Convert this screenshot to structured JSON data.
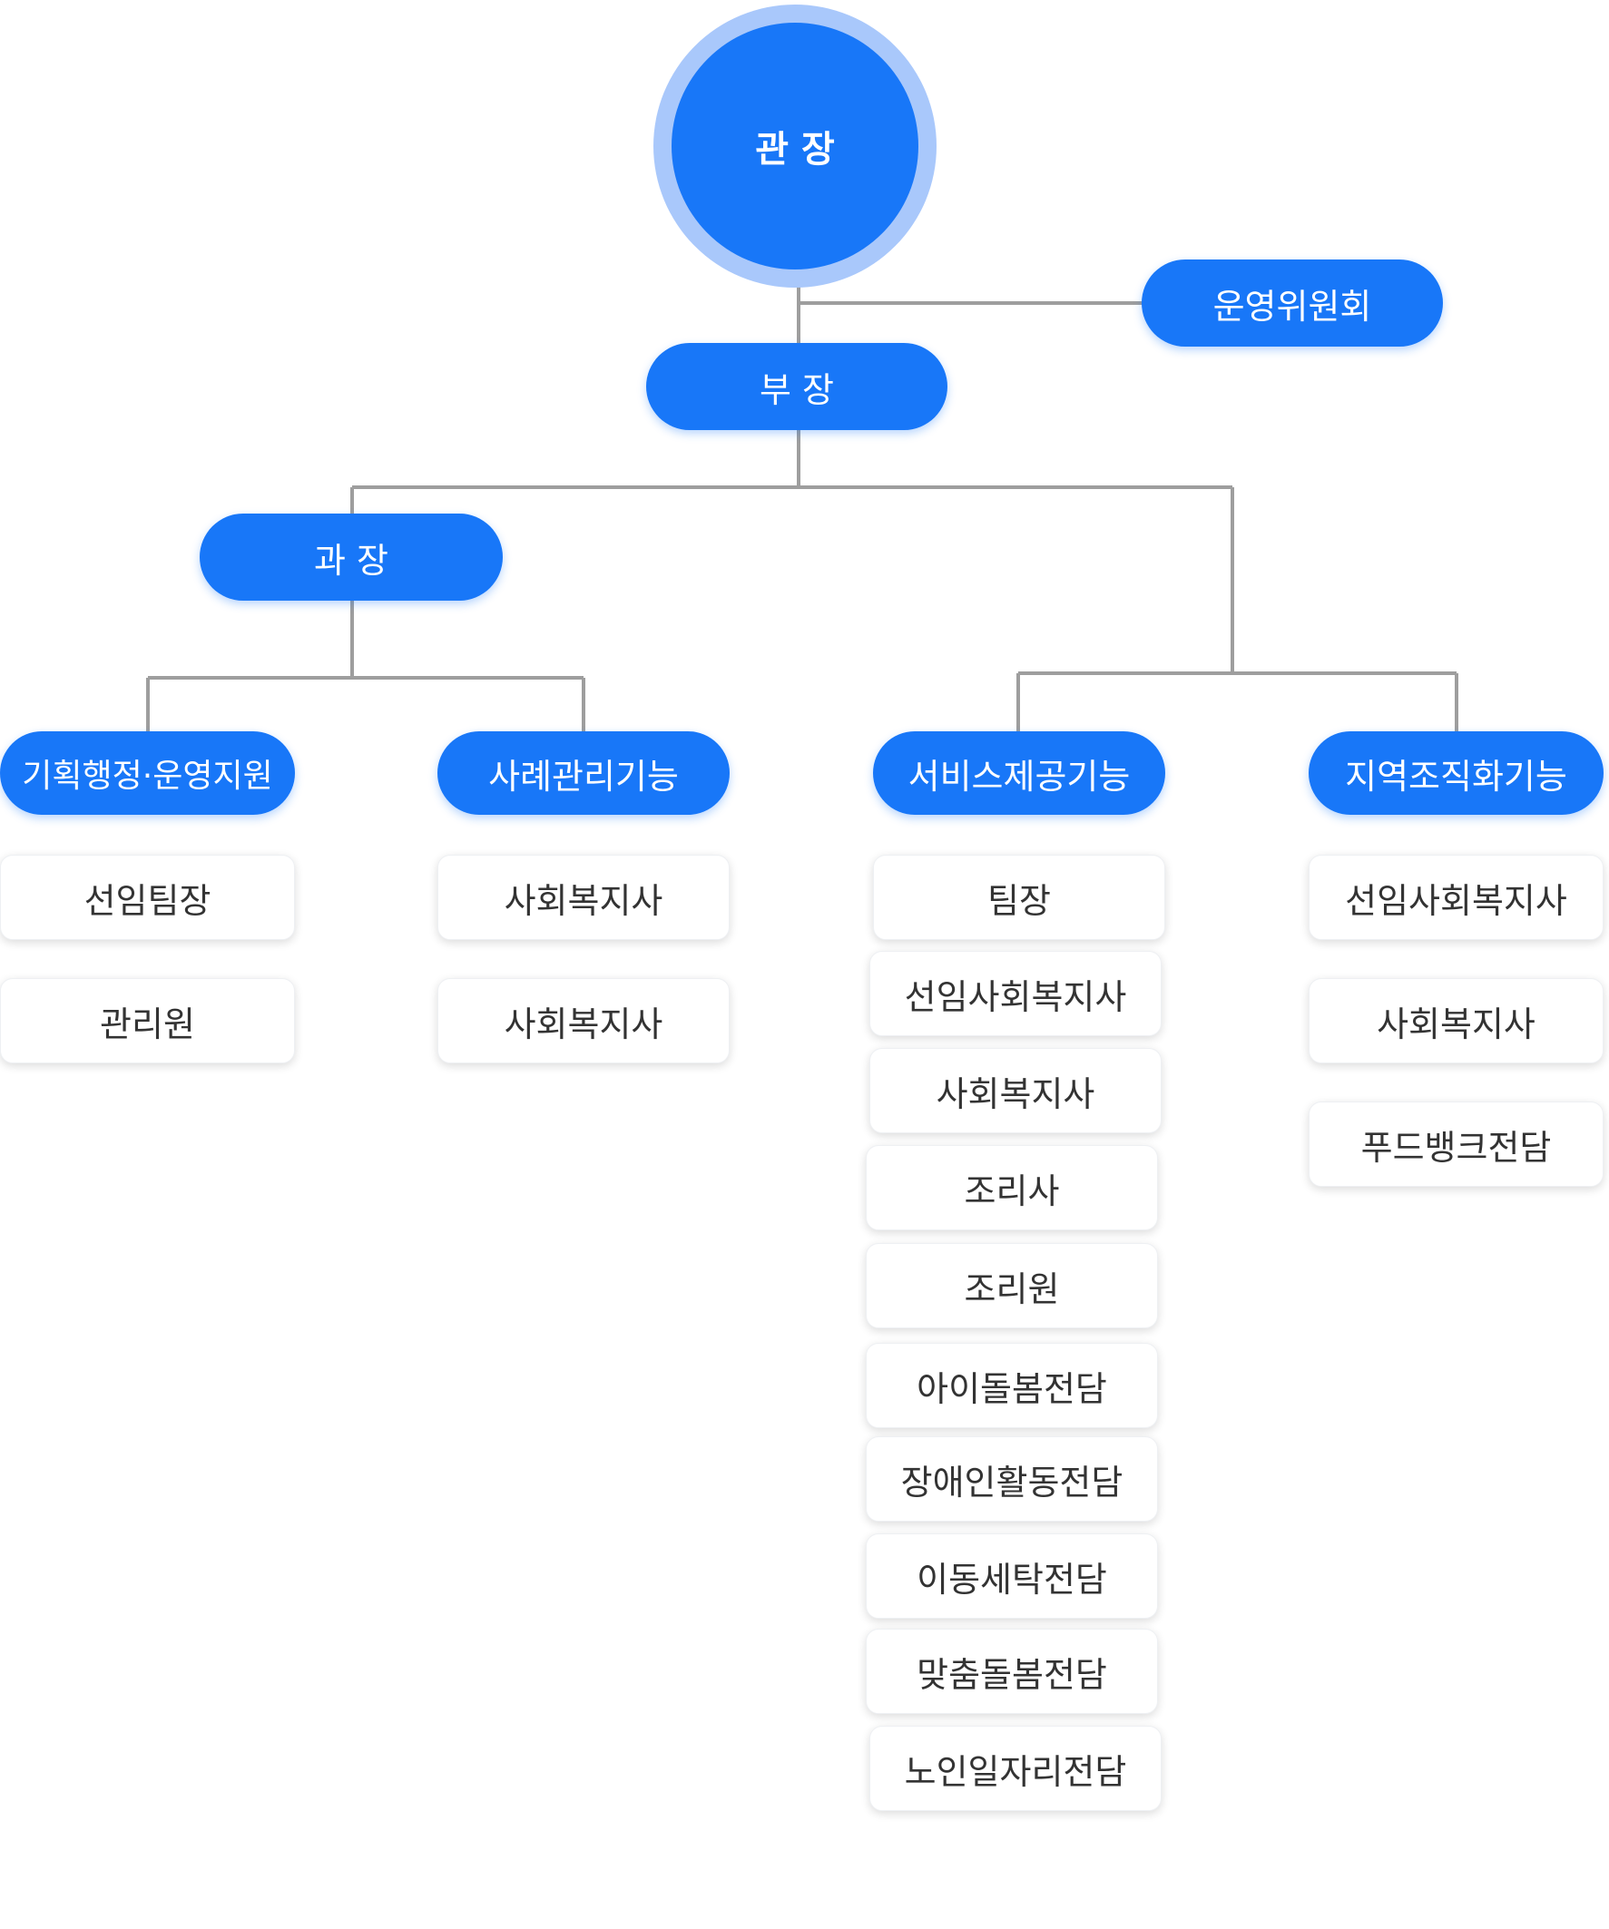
{
  "director": {
    "label": "관 장"
  },
  "committee": {
    "label": "운영위원회"
  },
  "deputy": {
    "label": "부 장"
  },
  "section_chief": {
    "label": "과 장"
  },
  "departments": [
    {
      "label": "기획행정·운영지원",
      "staff": [
        "선임팀장",
        "관리원"
      ]
    },
    {
      "label": "사례관리기능",
      "staff": [
        "사회복지사",
        "사회복지사"
      ]
    },
    {
      "label": "서비스제공기능",
      "staff": [
        "팀장",
        "선임사회복지사",
        "사회복지사",
        "조리사",
        "조리원",
        "아이돌봄전담",
        "장애인활동전담",
        "이동세탁전담",
        "맞춤돌봄전담",
        "노인일자리전담"
      ]
    },
    {
      "label": "지역조직화기능",
      "staff": [
        "선임사회복지사",
        "사회복지사",
        "푸드뱅크전담"
      ]
    }
  ],
  "colors": {
    "primary": "#1877f8",
    "halo": "#a9c8fb",
    "connector": "#9e9e9e",
    "card_text": "#333333"
  }
}
